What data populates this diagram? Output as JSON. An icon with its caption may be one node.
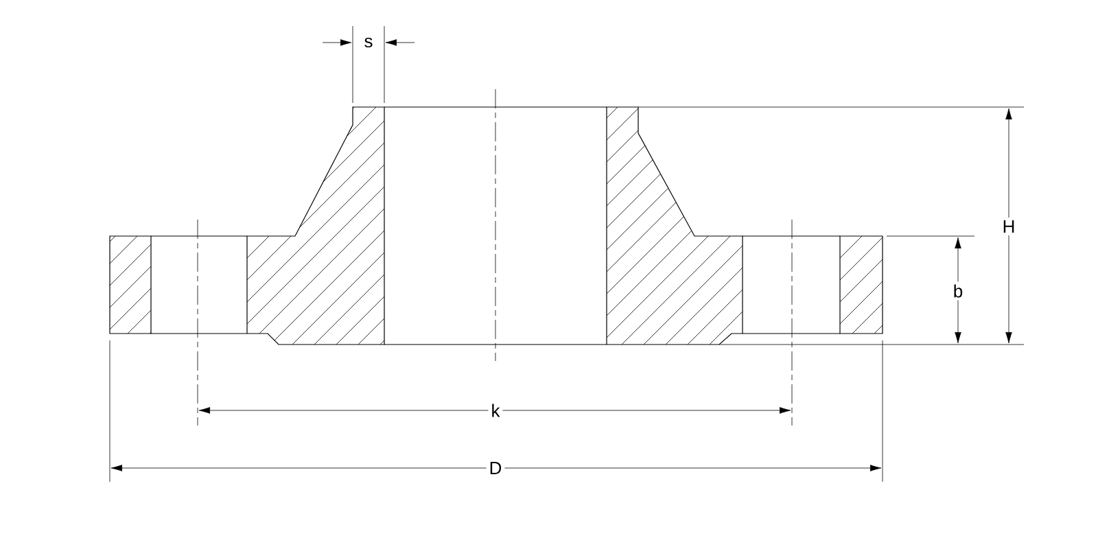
{
  "diagram": {
    "labels": [
      "s",
      "H",
      "b",
      "k",
      "D"
    ]
  }
}
